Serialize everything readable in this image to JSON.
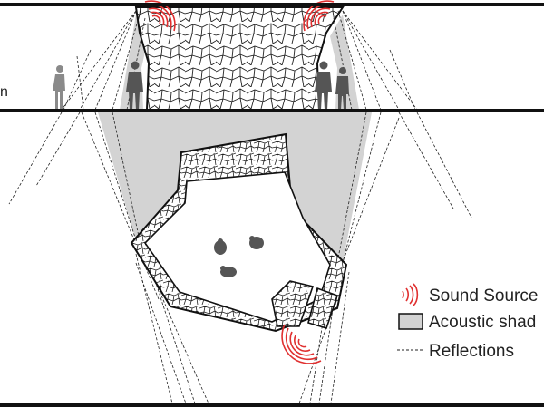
{
  "elevation_label": "n",
  "legend": {
    "sound_source": "Sound Source",
    "acoustic_shadow": "Acoustic shad",
    "reflections": "Reflections"
  },
  "colors": {
    "shadow": "#d3d3d3",
    "sound": "#e03030",
    "line": "#111111",
    "figure": "#6b6b6b"
  }
}
